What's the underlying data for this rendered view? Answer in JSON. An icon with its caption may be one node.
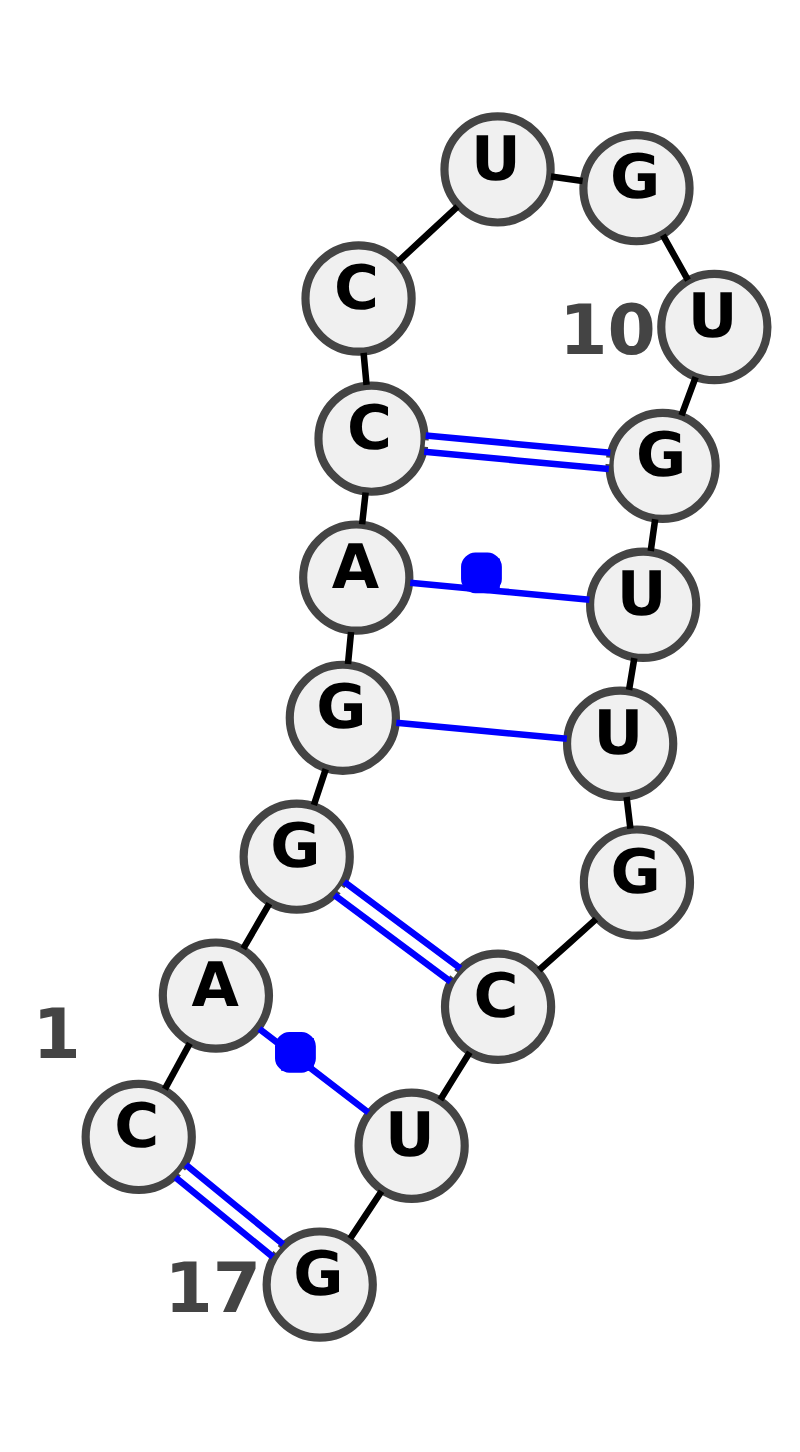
{
  "diagram": {
    "nodes": [
      {
        "text": [
          "C"
        ],
        "beside": [
          "1"
        ]
      },
      {
        "text": [
          "A"
        ]
      },
      {
        "text": [
          "G"
        ]
      },
      {
        "text": [
          "G"
        ]
      },
      {
        "text": [
          "A"
        ]
      },
      {
        "text": [
          "C"
        ]
      },
      {
        "text": [
          "C"
        ]
      },
      {
        "text": [
          "U"
        ]
      },
      {
        "text": [
          "G"
        ]
      },
      {
        "text": [
          "U"
        ],
        "beside": [
          "10"
        ]
      },
      {
        "text": [
          "G"
        ]
      },
      {
        "text": [
          "U"
        ]
      },
      {
        "text": [
          "U"
        ]
      },
      {
        "text": [
          "G"
        ]
      },
      {
        "text": [
          "C"
        ]
      },
      {
        "text": [
          "U"
        ]
      },
      {
        "text": [
          "G"
        ],
        "beside": [
          "17"
        ]
      }
    ],
    "edges": [
      {
        "from": 0,
        "to": 1,
        "arrow": "none"
      },
      {
        "from": 1,
        "to": 2,
        "arrow": "none"
      },
      {
        "from": 2,
        "to": 3,
        "arrow": "none"
      },
      {
        "from": 3,
        "to": 4,
        "arrow": "none"
      },
      {
        "from": 4,
        "to": 5,
        "arrow": "none"
      },
      {
        "from": 5,
        "to": 6,
        "arrow": "none"
      },
      {
        "from": 6,
        "to": 7,
        "arrow": "none"
      },
      {
        "from": 7,
        "to": 8,
        "arrow": "none"
      },
      {
        "from": 8,
        "to": 9,
        "arrow": "none"
      },
      {
        "from": 9,
        "to": 10,
        "arrow": "none"
      },
      {
        "from": 10,
        "to": 11,
        "arrow": "none"
      },
      {
        "from": 11,
        "to": 12,
        "arrow": "none"
      },
      {
        "from": 12,
        "to": 13,
        "arrow": "none"
      },
      {
        "from": 13,
        "to": 14,
        "arrow": "none"
      },
      {
        "from": 14,
        "to": 15,
        "arrow": "none"
      },
      {
        "from": 15,
        "to": 16,
        "arrow": "none"
      },
      {
        "from": 0,
        "to": 16,
        "arrow": "none",
        "color": "#0000ff"
      },
      {
        "from": 1,
        "to": 15,
        "arrow": "none",
        "color": "#0000ff"
      },
      {
        "from": 2,
        "to": 14,
        "arrow": "none",
        "color": "#0000ff"
      },
      {
        "from": 3,
        "to": 12,
        "arrow": "none",
        "color": "#0000ff"
      },
      {
        "from": 4,
        "to": 11,
        "arrow": "none",
        "color": "#0000ff"
      },
      {
        "from": 5,
        "to": 10,
        "arrow": "none",
        "color": "#0000ff"
      }
    ]
  }
}
